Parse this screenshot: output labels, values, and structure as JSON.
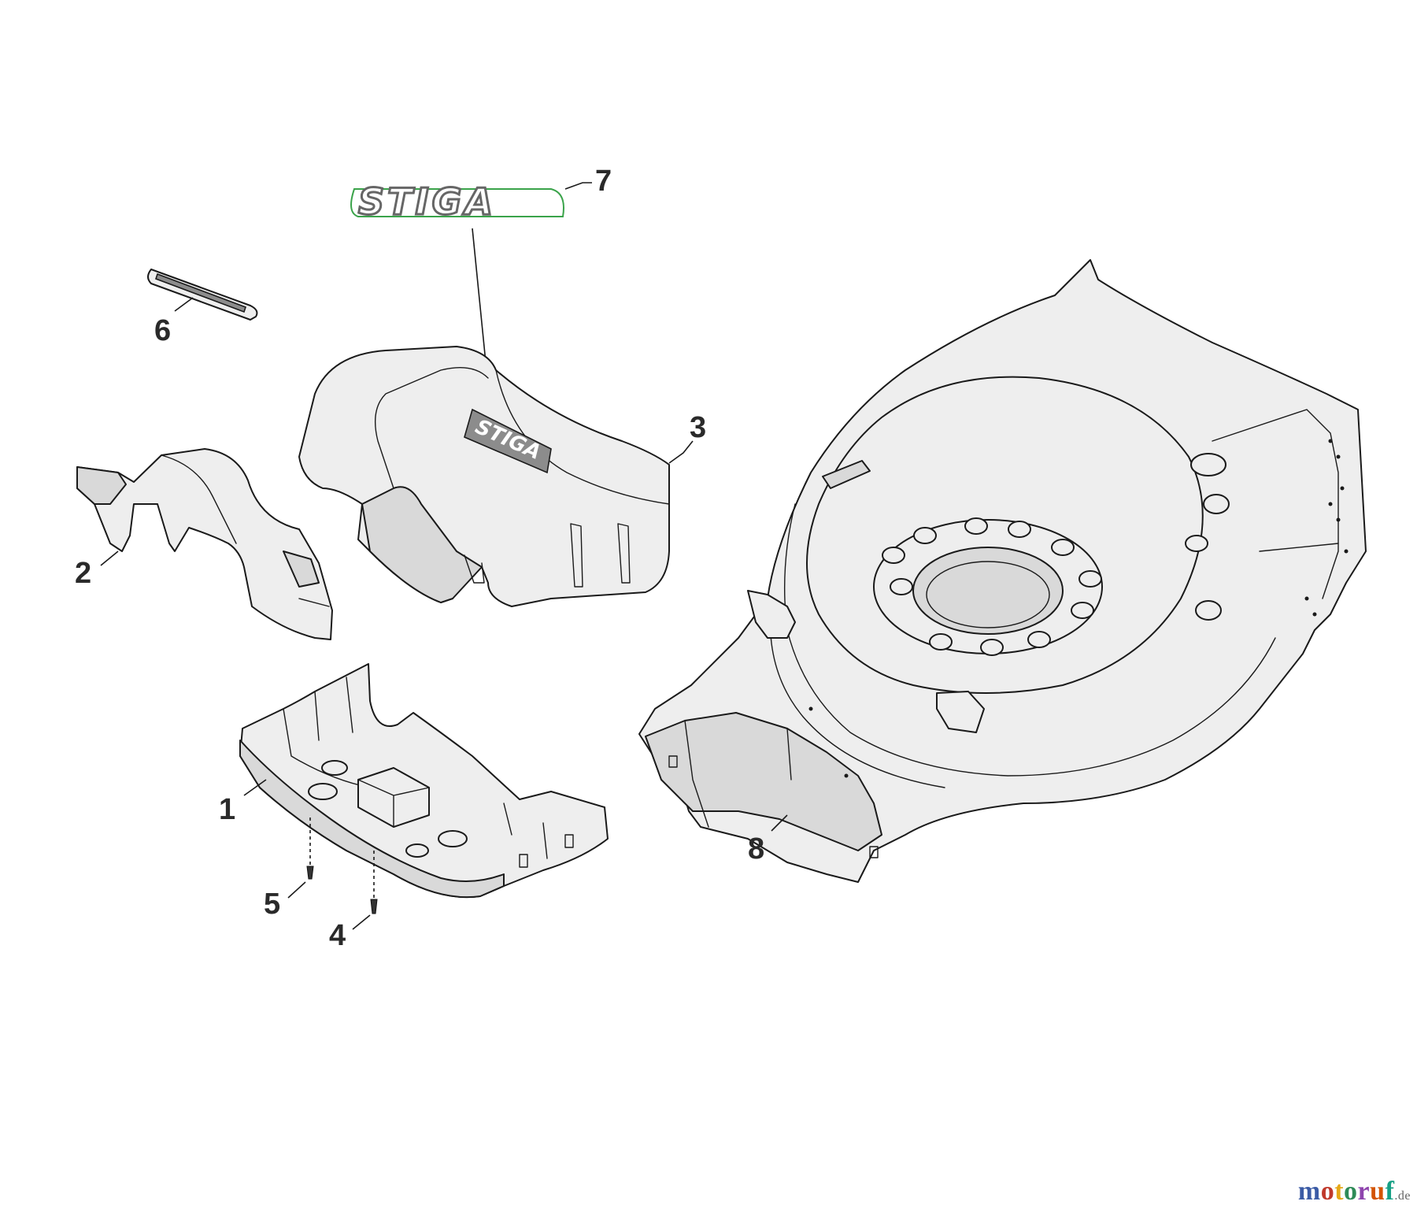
{
  "diagram": {
    "callouts": [
      {
        "id": "part-1",
        "label": "1"
      },
      {
        "id": "part-2",
        "label": "2"
      },
      {
        "id": "part-3",
        "label": "3"
      },
      {
        "id": "part-4",
        "label": "4"
      },
      {
        "id": "part-5",
        "label": "5"
      },
      {
        "id": "part-6",
        "label": "6"
      },
      {
        "id": "part-7",
        "label": "7"
      },
      {
        "id": "part-8",
        "label": "8"
      }
    ],
    "decal_text": "STIGA",
    "cover_logo_text": "STIGA"
  },
  "watermark": {
    "text": "motoruf",
    "tld": ".de",
    "colors": [
      "#3b5ba5",
      "#c0392b",
      "#e6a817",
      "#2e8b57",
      "#8e44ad",
      "#d35400",
      "#16a085"
    ]
  }
}
